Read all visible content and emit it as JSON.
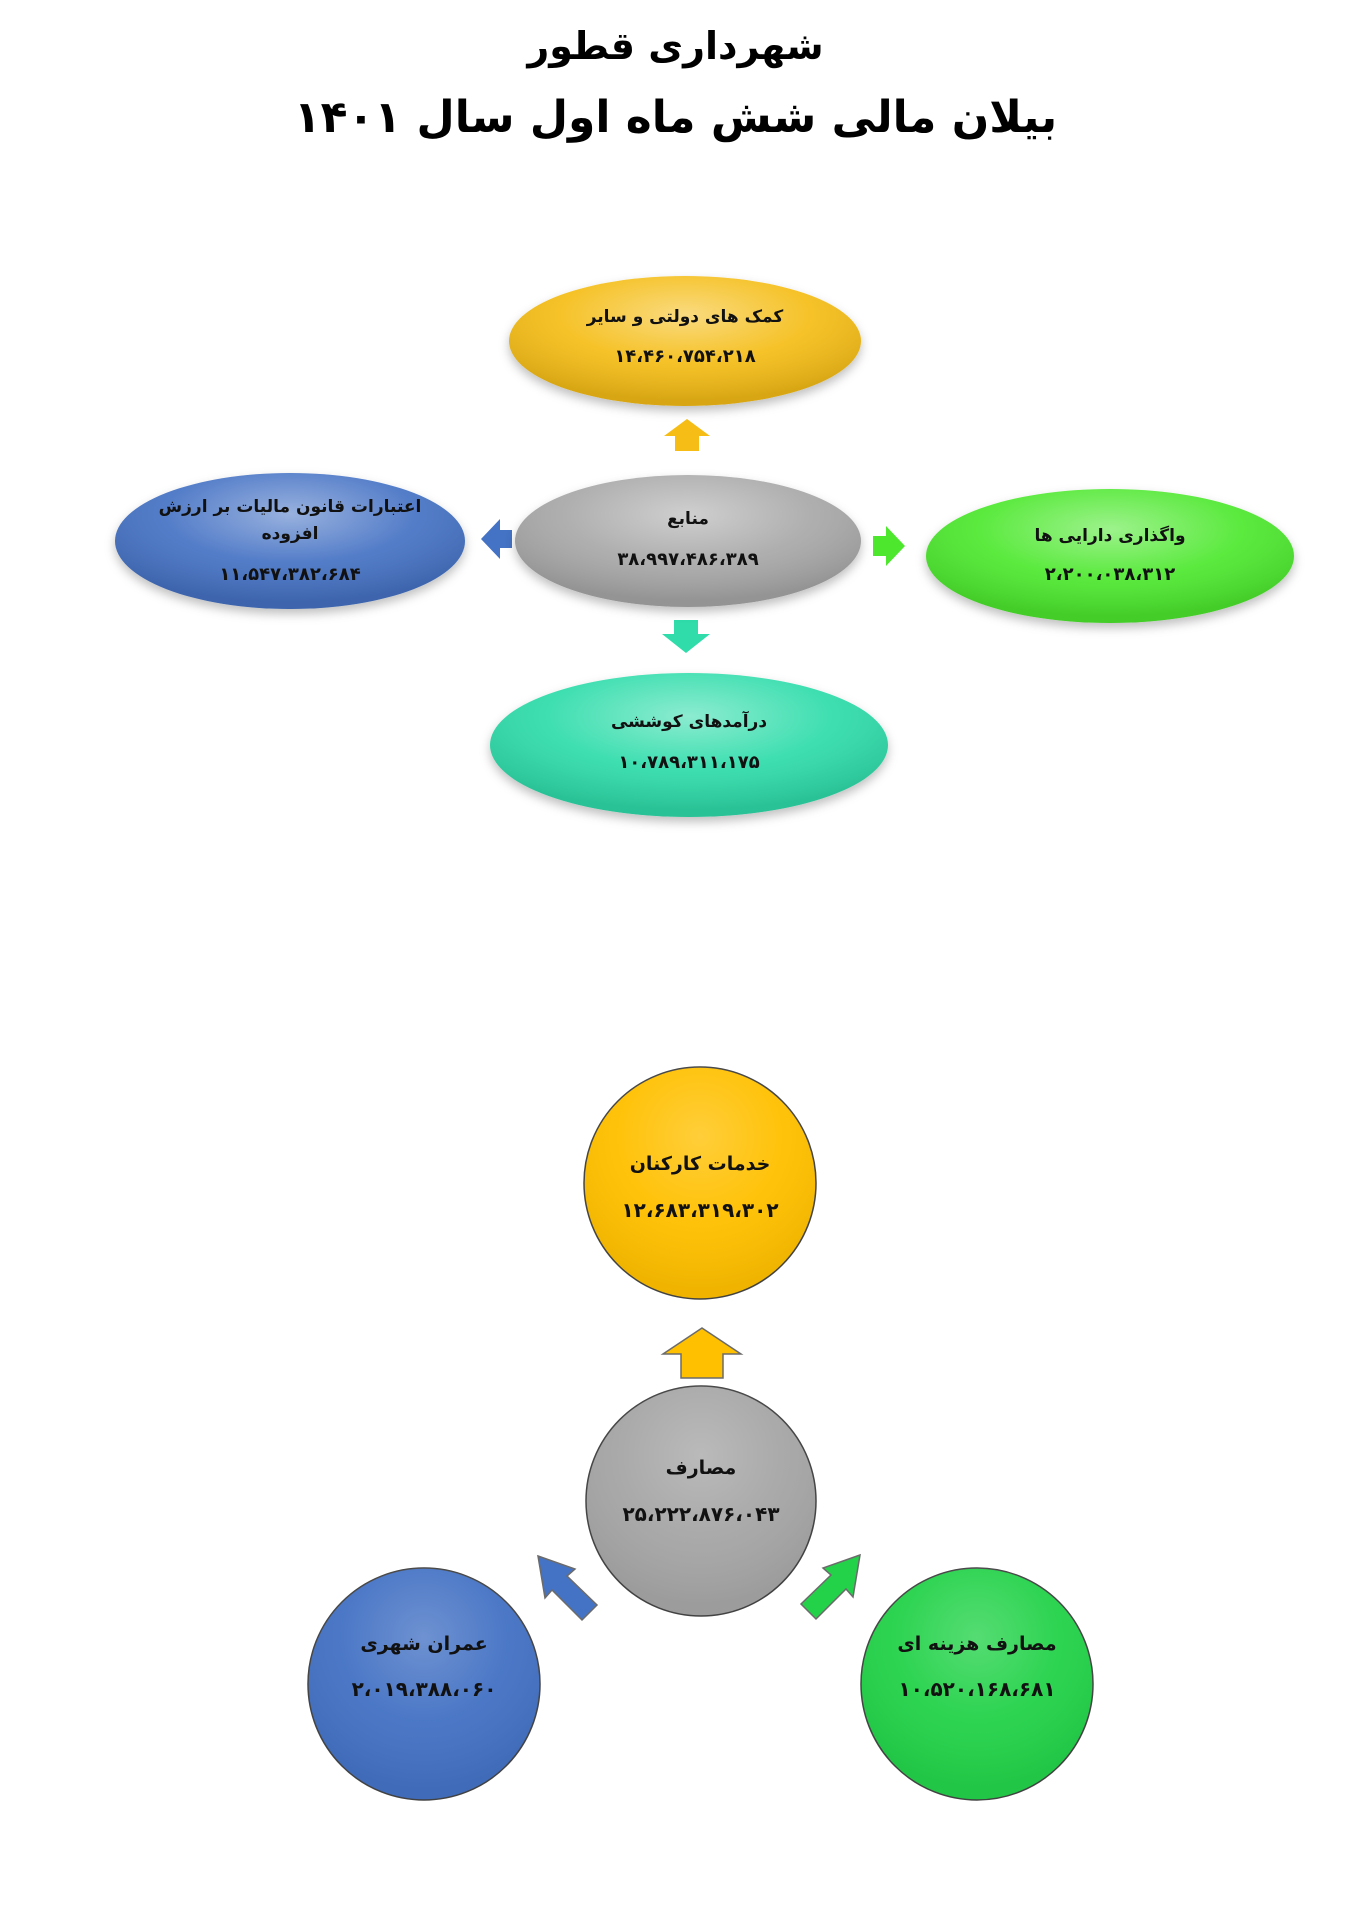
{
  "header": {
    "title": "شهرداری قطور",
    "subtitle": "بیلان مالی شش ماه اول سال ۱۴۰۱"
  },
  "resources": {
    "center": {
      "name": "منابع",
      "value": "۳۸،۹۹۷،۴۸۶،۳۸۹",
      "color": "#a8a8a8"
    },
    "top": {
      "name": "کمک های دولتی و سایر",
      "value": "۱۴،۴۶۰،۷۵۴،۲۱۸",
      "color": "#f5bd16"
    },
    "left": {
      "name_line1": "اعتبارات قانون مالیات بر ارزش",
      "name_line2": "افزوده",
      "value": "۱۱،۵۴۷،۳۸۲،۶۸۴",
      "color": "#4472c4"
    },
    "right": {
      "name": "واگذاری دارایی ها",
      "value": "۲،۲۰۰،۰۳۸،۳۱۲",
      "color": "#4de82e"
    },
    "bottom": {
      "name": "درآمدهای کوششی",
      "value": "۱۰،۷۸۹،۳۱۱،۱۷۵",
      "color": "#2fdcaa"
    }
  },
  "expenses": {
    "center": {
      "name": "مصارف",
      "value": "۲۵،۲۲۲،۸۷۶،۰۴۳",
      "color": "#a6a6a6"
    },
    "top": {
      "name": "خدمات کارکنان",
      "value": "۱۲،۶۸۳،۳۱۹،۳۰۲",
      "color": "#ffc000"
    },
    "left": {
      "name": "عمران شهری",
      "value": "۲،۰۱۹،۳۸۸،۰۶۰",
      "color": "#4472c4"
    },
    "right": {
      "name": "مصارف هزینه ای",
      "value": "۱۰،۵۲۰،۱۶۸،۶۸۱",
      "color": "#24d24a"
    }
  }
}
